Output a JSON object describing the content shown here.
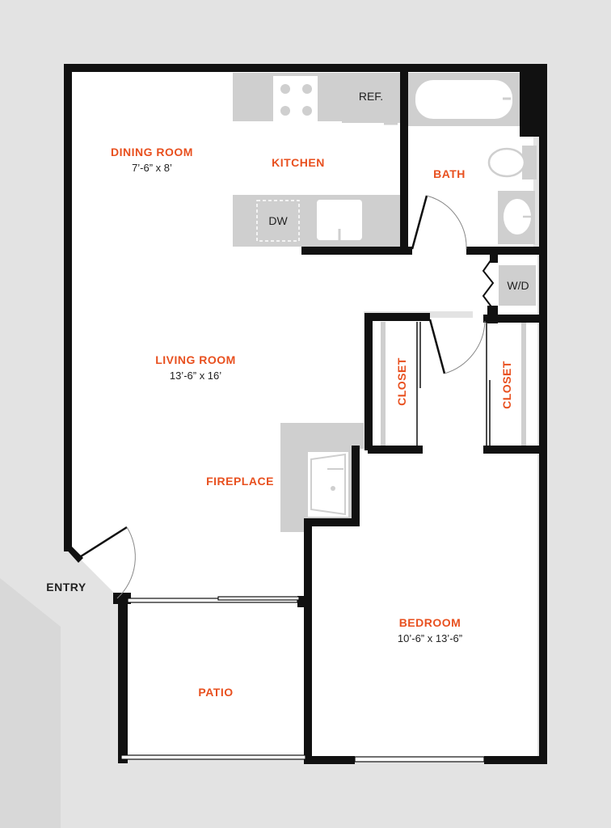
{
  "rooms": {
    "dining": {
      "name": "DINING ROOM",
      "dims": "7’-6” x 8’"
    },
    "kitchen": {
      "name": "KITCHEN"
    },
    "bath": {
      "name": "BATH"
    },
    "living": {
      "name": "LIVING ROOM",
      "dims": "13’-6” x 16’"
    },
    "fireplace": {
      "name": "FIREPLACE"
    },
    "closet_left": {
      "name": "CLOSET"
    },
    "closet_right": {
      "name": "CLOSET"
    },
    "bedroom": {
      "name": "BEDROOM",
      "dims": "10’-6” x 13’-6”"
    },
    "patio": {
      "name": "PATIO"
    },
    "entry": {
      "name": "ENTRY"
    }
  },
  "fixtures": {
    "refrigerator": "REF.",
    "dishwasher": "DW",
    "washer_dryer": "W/D"
  },
  "colors": {
    "background": "#e3e3e3",
    "floor": "#ffffff",
    "wall": "#111111",
    "fixture": "#cfcfcf",
    "room_label": "#e8501f",
    "text": "#222222"
  }
}
